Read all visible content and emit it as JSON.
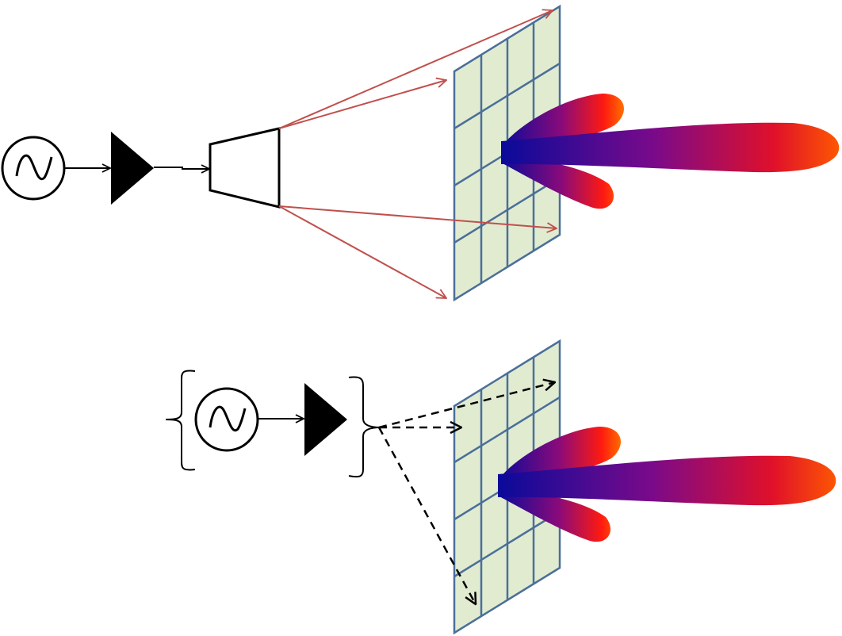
{
  "diagram": {
    "top_system": {
      "components": [
        "signal-source",
        "amplifier",
        "horn-antenna",
        "reflectarray",
        "radiation-pattern"
      ],
      "feed_rays": 4
    },
    "bottom_system": {
      "components": [
        "signal-source",
        "amplifier",
        "reflectarray",
        "radiation-pattern"
      ],
      "feed_rays": 3
    },
    "colors": {
      "feed_ray": "#c0504d",
      "grid_fill": "#e1ebd0",
      "grid_stroke": "#4a6f99",
      "beam_start": "#1a1aa0",
      "beam_mid": "#8a0a7a",
      "beam_end": "#ff2a00"
    }
  }
}
